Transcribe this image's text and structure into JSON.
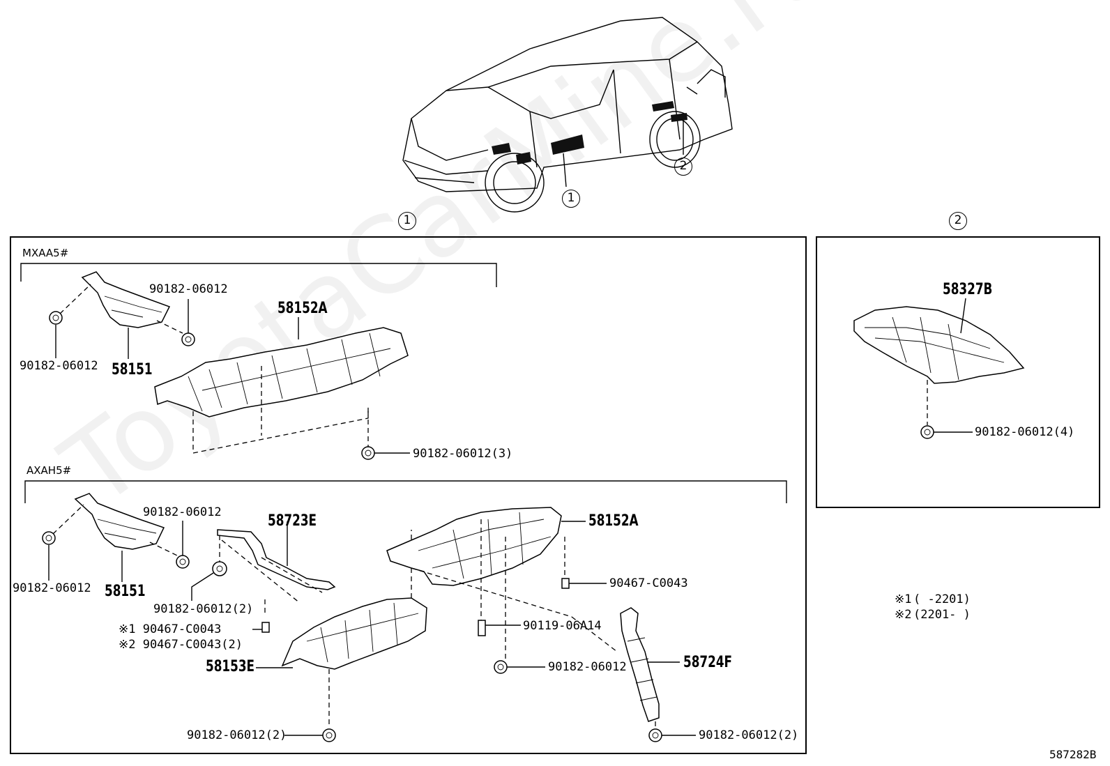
{
  "figure_code": "587282B",
  "watermark": "ToyotaCarMine.ru",
  "callouts": {
    "c1": "1",
    "c2": "2"
  },
  "sections": {
    "top": "MXAA5#",
    "bottom": "AXAH5#"
  },
  "labels": {
    "mx_nut_top": "90182-06012",
    "mx_nut_left": "90182-06012",
    "mx_insulator_small": "58151",
    "mx_insulator_main": "58152A",
    "mx_nut_bottom": "90182-06012(3)",
    "ax_nut_top": "90182-06012",
    "ax_nut_left": "90182-06012",
    "ax_insulator_small": "58151",
    "ax_bracket": "58723E",
    "ax_nut_2a": "90182-06012(2)",
    "ax_clip_1": "※1 90467-C0043",
    "ax_clip_2": "※2 90467-C0043(2)",
    "ax_insulator_front": "58153E",
    "ax_insulator_main": "58152A",
    "ax_clip_right": "90467-C0043",
    "ax_bolt": "90119-06A14",
    "ax_nut_mid": "90182-06012",
    "ax_insulator_rear": "58724F",
    "ax_nut_2b": "90182-06012(2)",
    "ax_nut_2c": "90182-06012(2)",
    "rear_insulator": "58327B",
    "rear_nut": "90182-06012(4)"
  },
  "notes": {
    "n1_mark": "※1",
    "n1_text": "(     -2201)",
    "n2_mark": "※2",
    "n2_text": "(2201-     )"
  }
}
